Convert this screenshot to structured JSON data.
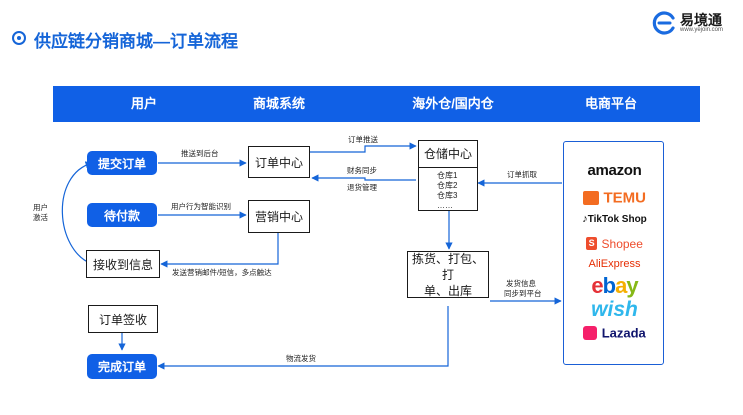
{
  "title": "供应链分销商城—订单流程",
  "logo": {
    "name": "易境通",
    "url": "www.yejoin.com"
  },
  "header": {
    "col1": "用户",
    "col2": "商城系统",
    "col3": "海外仓/国内仓",
    "col4": "电商平台"
  },
  "nodes": {
    "submit_order": "提交订单",
    "pending_payment": "待付款",
    "receive_info": "接收到信息",
    "order_signed": "订单签收",
    "order_complete": "完成订单",
    "order_center": "订单中心",
    "marketing_center": "营销中心",
    "warehouse_center": "仓储中心",
    "warehouse_1": "仓库1",
    "warehouse_2": "仓库2",
    "warehouse_3": "仓库3",
    "warehouse_more": "……",
    "pick_pack_line1": "拣货、打包、打",
    "pick_pack_line2": "单、出库"
  },
  "edge_labels": {
    "push_backend": "推送到后台",
    "user_behavior": "用户行为智能识别",
    "send_marketing": "发送营销邮件/短信，多点触达",
    "order_push": "订单推送",
    "finance_sync": "财务同步",
    "shipping_mgmt": "退货管理",
    "order_fetch": "订单抓取",
    "ship_info_line1": "发货信息",
    "ship_info_line2": "同步到平台",
    "logistics": "物流发货",
    "user_activate_line1": "用户",
    "user_activate_line2": "激活"
  },
  "platforms": [
    "amazon",
    "TEMU",
    "TikTok Shop",
    "Shopee",
    "AliExpress",
    "ebay",
    "wish",
    "Lazada"
  ],
  "colors": {
    "primary": "#1060e6",
    "amazon": "#111111",
    "temu": "#f36c21",
    "shopee": "#ee4d2d",
    "aliexpress": "#e62e04",
    "wish": "#2fb7ec",
    "lazada": "#0f146d"
  }
}
